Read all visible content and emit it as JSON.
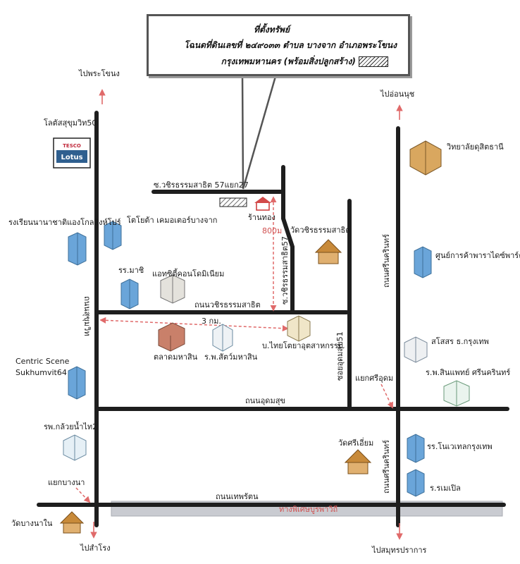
{
  "title": {
    "line1": "ที่ตั้งทรัพย์",
    "line2": "โฉนดที่ดินเลขที่ ๒๔๙๐๓๓  ตำบล บางจาก  อำเภอพระโขนง",
    "line3": "กรุงเทพมหานคร (พร้อมสิ่งปลูกสร้าง)"
  },
  "directions": {
    "north_left": "ไปพระโขนง",
    "north_right": "ไปอ่อนนุช",
    "south_left": "ไปสำโรง",
    "south_right": "ไปสมุทรปราการ"
  },
  "roads": {
    "soi_27": "ซ.วชิรธรรมสาธิต 57แยก27",
    "soi_57": "ซ.วชิรธรรมสาธิต57",
    "vachira_road": "ถนนวชิรธรรมสาธิต",
    "sukhumvit": "ถนนสุขุมวิท",
    "srinakarin_upper": "ถนนศรีนครินทร์",
    "srinakarin_lower": "ถนนศรีนครินทร์",
    "udomsuk_soi": "ซอยอุดมสุข51",
    "udomsuk_road": "ถนนอุดมสุข",
    "theparat_road": "ถนนเทพรัตน",
    "expressway": "ทางพิเศษบูรพาวิถี"
  },
  "places": {
    "tesco_label": "โลตัสสุขุมวิท50",
    "tesco_logo_top": "TESCO",
    "tesco_logo_bottom": "Lotus",
    "singapore_school": "รงเรียนนานาชาติแองโกลสิงห์โปร์",
    "toyota": "โตโยต้า เคมอเตอร์บางจาก",
    "school_marchi": "รร.มาชิ",
    "condo": "แอทซิตี้คอนโดมิเนียม",
    "gold_shop": "ร้านทอง",
    "wat_vachira": "วัดวชิรธรรมสาธิต",
    "college": "วิทยาลัยดุสิตธานี",
    "paradise_park": "ศูนย์การค้าพาราไดซ์พาร์ค",
    "centric_1": "Centric Scene",
    "centric_2": "Sukhumvit64",
    "market": "ตลาดมหาสิน",
    "vet_hospital": "ร.พ.สัตว์มหาสิน",
    "thai_tech": "บ.ไทยโตยาอุตสาหกรรม",
    "bangkok_bank": "สโสสร ธ.กรุงเทพ",
    "samitivej": "ร.พ.สินแพทย์ ศรีนครินทร์",
    "kluaynamthai": "รพ.กล้วยน้ำไท2",
    "wat_sri_iam": "วัดศรีเอี่ยม",
    "bangkok_school": "รร.โนเวเทลกรุงเทพ",
    "maple_school": "ร.รเมเปิล",
    "wat_bangna": "วัดบางนาใน"
  },
  "junctions": {
    "sri_udom": "แยกศรีอุดม",
    "bangna": "แยกบางนา"
  },
  "distances": {
    "to_site": "800ม",
    "to_sukhumvit": "3 กม."
  },
  "colors": {
    "road": "#1e1e1e",
    "arrow": "#e06a6a",
    "expressway": "#c9cbd1",
    "building": "#6aa5d9",
    "temple": "#c88a3a"
  }
}
